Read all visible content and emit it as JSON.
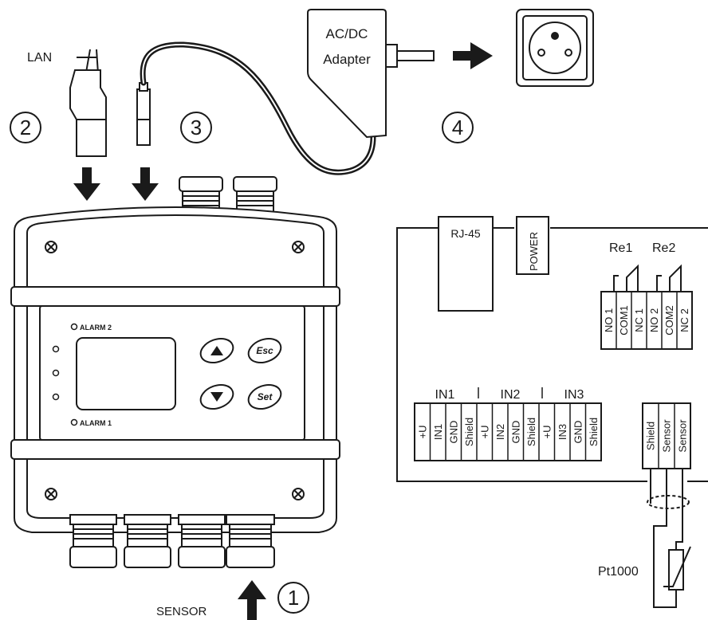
{
  "callouts": {
    "lan": "LAN",
    "adapter_line1": "AC/DC",
    "adapter_line2": "Adapter",
    "sensor": "SENSOR",
    "step1": "1",
    "step2": "2",
    "step3": "3",
    "step4": "4"
  },
  "device": {
    "alarm2": "ALARM 2",
    "alarm1": "ALARM 1",
    "esc": "Esc",
    "set": "Set"
  },
  "wiring": {
    "rj45": "RJ-45",
    "power": "POWER",
    "re1": "Re1",
    "re2": "Re2",
    "relay_terminals": [
      "NO 1",
      "COM1",
      "NC 1",
      "NO 2",
      "COM2",
      "NC 2"
    ],
    "in1": "IN1",
    "in2": "IN2",
    "in3": "IN3",
    "input_terminals": [
      "+U",
      "IN1",
      "GND",
      "Shield",
      "+U",
      "IN2",
      "GND",
      "Shield",
      "+U",
      "IN3",
      "GND",
      "Shield"
    ],
    "sensor_terminals": [
      "Shield",
      "Sensor",
      "Sensor"
    ],
    "probe": "Pt1000"
  },
  "colors": {
    "ink": "#1a1a1a",
    "panel": "#ffffff"
  }
}
